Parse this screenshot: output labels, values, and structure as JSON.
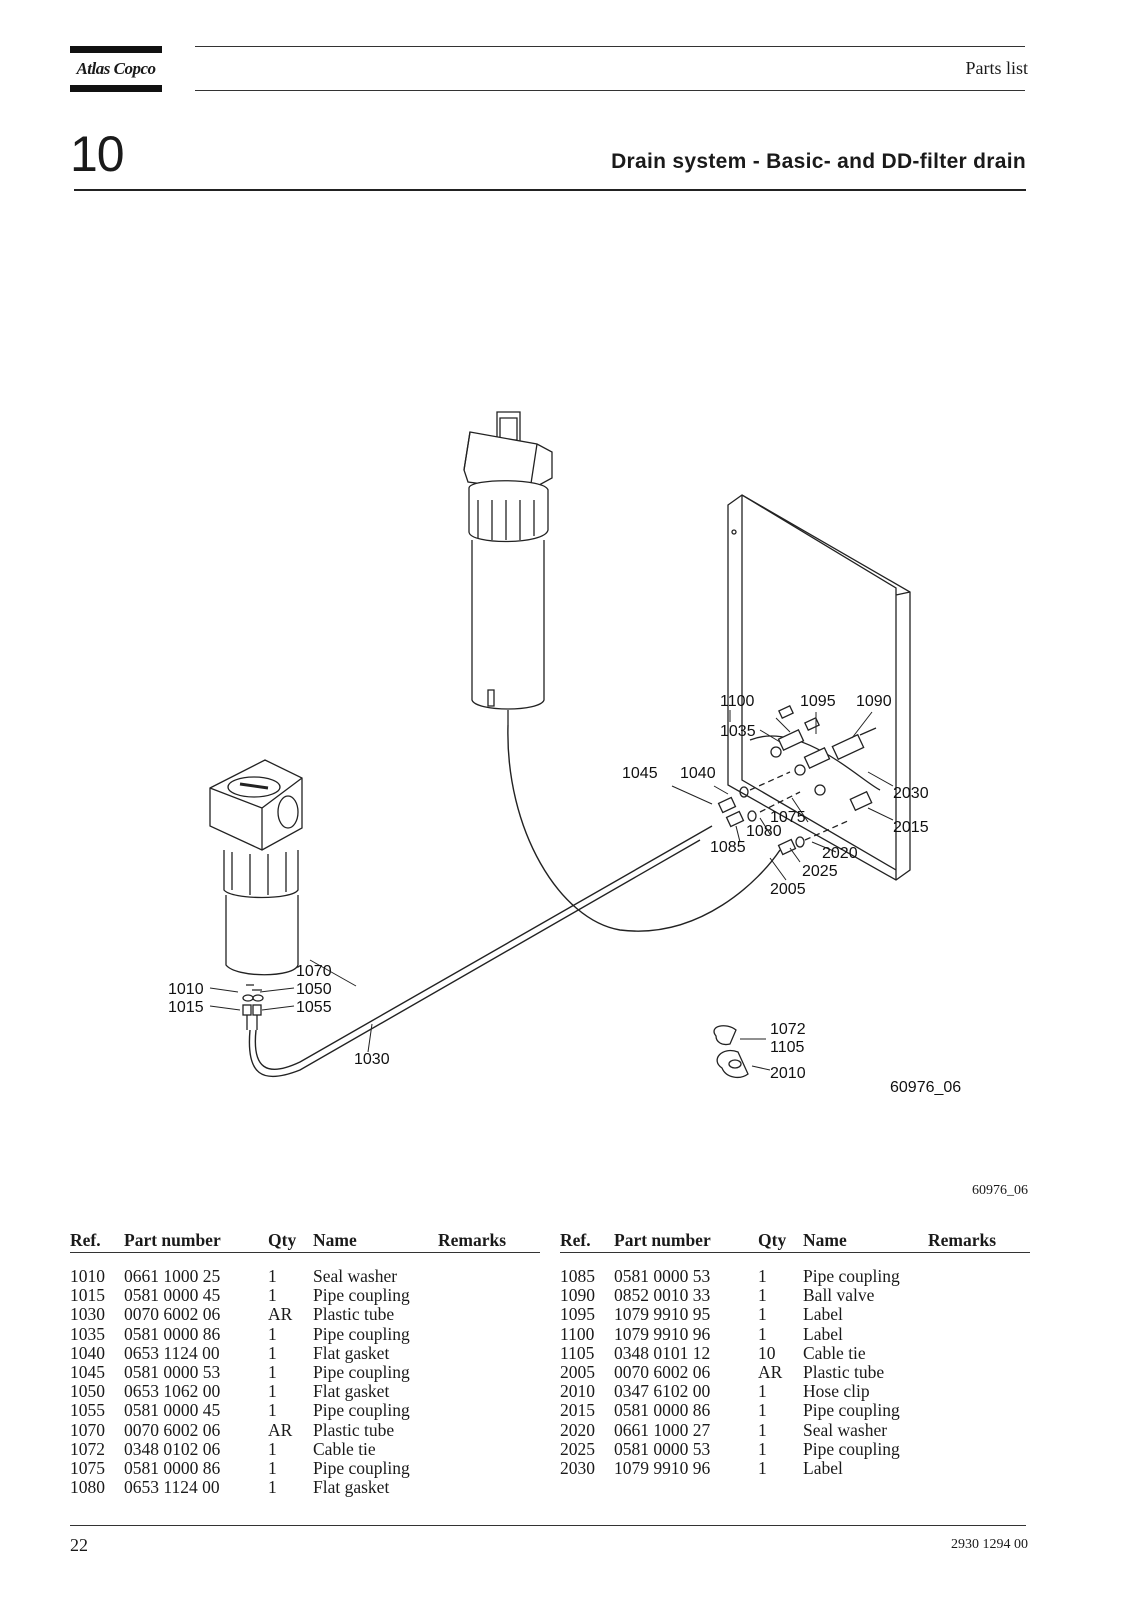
{
  "header": {
    "brand": "Atlas Copco",
    "doc_type": "Parts list",
    "chapter": "10",
    "title": "Drain system - Basic- and DD-filter drain"
  },
  "figure": {
    "drawing_code": "60976_06",
    "caption": "60976_06",
    "callouts": {
      "c1100": "1100",
      "c1095": "1095",
      "c1090": "1090",
      "c1035": "1035",
      "c1045": "1045",
      "c1040": "1040",
      "c2030": "2030",
      "c1075": "1075",
      "c2015": "2015",
      "c1080": "1080",
      "c1085": "1085",
      "c2020": "2020",
      "c2025": "2025",
      "c2005": "2005",
      "c1070": "1070",
      "c1010": "1010",
      "c1050": "1050",
      "c1015": "1015",
      "c1055": "1055",
      "c1030": "1030",
      "c1072": "1072",
      "c1105": "1105",
      "c2010": "2010"
    }
  },
  "table": {
    "columns": {
      "ref": "Ref.",
      "part_number": "Part number",
      "qty": "Qty",
      "name": "Name",
      "remarks": "Remarks"
    },
    "left": [
      {
        "ref": "1010",
        "pn": "0661 1000 25",
        "qty": "1",
        "name": "Seal washer"
      },
      {
        "ref": "1015",
        "pn": "0581 0000 45",
        "qty": "1",
        "name": "Pipe coupling"
      },
      {
        "ref": "1030",
        "pn": "0070 6002 06",
        "qty": "AR",
        "name": "Plastic tube"
      },
      {
        "ref": "1035",
        "pn": "0581 0000 86",
        "qty": "1",
        "name": "Pipe coupling"
      },
      {
        "ref": "1040",
        "pn": "0653 1124 00",
        "qty": "1",
        "name": "Flat gasket"
      },
      {
        "ref": "1045",
        "pn": "0581 0000 53",
        "qty": "1",
        "name": "Pipe coupling"
      },
      {
        "ref": "1050",
        "pn": "0653 1062 00",
        "qty": "1",
        "name": "Flat gasket"
      },
      {
        "ref": "1055",
        "pn": "0581 0000 45",
        "qty": "1",
        "name": "Pipe coupling"
      },
      {
        "ref": "1070",
        "pn": "0070 6002 06",
        "qty": "AR",
        "name": "Plastic tube"
      },
      {
        "ref": "1072",
        "pn": "0348 0102 06",
        "qty": "1",
        "name": "Cable tie"
      },
      {
        "ref": "1075",
        "pn": "0581 0000 86",
        "qty": "1",
        "name": "Pipe coupling"
      },
      {
        "ref": "1080",
        "pn": "0653 1124 00",
        "qty": "1",
        "name": "Flat gasket"
      }
    ],
    "right": [
      {
        "ref": "1085",
        "pn": "0581 0000 53",
        "qty": "1",
        "name": "Pipe coupling"
      },
      {
        "ref": "1090",
        "pn": "0852 0010 33",
        "qty": "1",
        "name": "Ball valve"
      },
      {
        "ref": "1095",
        "pn": "1079 9910 95",
        "qty": "1",
        "name": "Label"
      },
      {
        "ref": "1100",
        "pn": "1079 9910 96",
        "qty": "1",
        "name": "Label"
      },
      {
        "ref": "1105",
        "pn": "0348 0101 12",
        "qty": "10",
        "name": "Cable tie"
      },
      {
        "ref": "2005",
        "pn": "0070 6002 06",
        "qty": "AR",
        "name": "Plastic tube"
      },
      {
        "ref": "2010",
        "pn": "0347 6102 00",
        "qty": "1",
        "name": "Hose clip"
      },
      {
        "ref": "2015",
        "pn": "0581 0000 86",
        "qty": "1",
        "name": "Pipe coupling"
      },
      {
        "ref": "2020",
        "pn": "0661 1000 27",
        "qty": "1",
        "name": "Seal washer"
      },
      {
        "ref": "2025",
        "pn": "0581 0000 53",
        "qty": "1",
        "name": "Pipe coupling"
      },
      {
        "ref": "2030",
        "pn": "1079 9910 96",
        "qty": "1",
        "name": "Label"
      }
    ]
  },
  "footer": {
    "page": "22",
    "doc_number": "2930 1294 00"
  }
}
